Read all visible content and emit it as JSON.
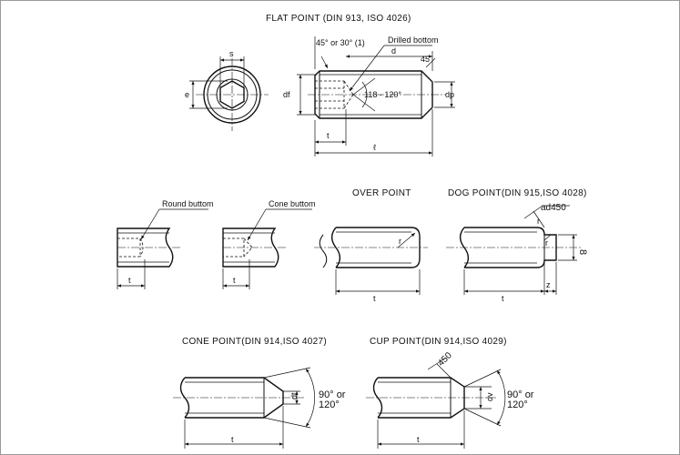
{
  "titles": {
    "flat": "FLAT POINT (DIN 913, ISO 4026)",
    "over": "OVER POINT",
    "dog": "DOG POINT(DIN 915,ISO 4028)",
    "cone": "CONE POINT(DIN 914,ISO 4027)",
    "cup": "CUP POINT(DIN 914,ISO 4029)"
  },
  "labels": {
    "s": "s",
    "e": "e",
    "df": "df",
    "dp": "dp",
    "d": "d",
    "t": "t",
    "l": "ℓ",
    "angle_note": "45° or 30° (1)",
    "drilled_bottom": "Drilled bottom",
    "angle_118": "118 - 120°",
    "angle_45": "45",
    "round_bottom": "Round buttom",
    "cone_bottom": "Cone buttom",
    "r": "r",
    "ad450": "ad450",
    "eight": "8",
    "z": "z",
    "dt": "dt",
    "dv": "dv",
    "deg_90_a": "90° or",
    "deg_120_a": "120°",
    "deg_450": "450",
    "deg_90_b": "90° or",
    "deg_120_b": "120°"
  }
}
